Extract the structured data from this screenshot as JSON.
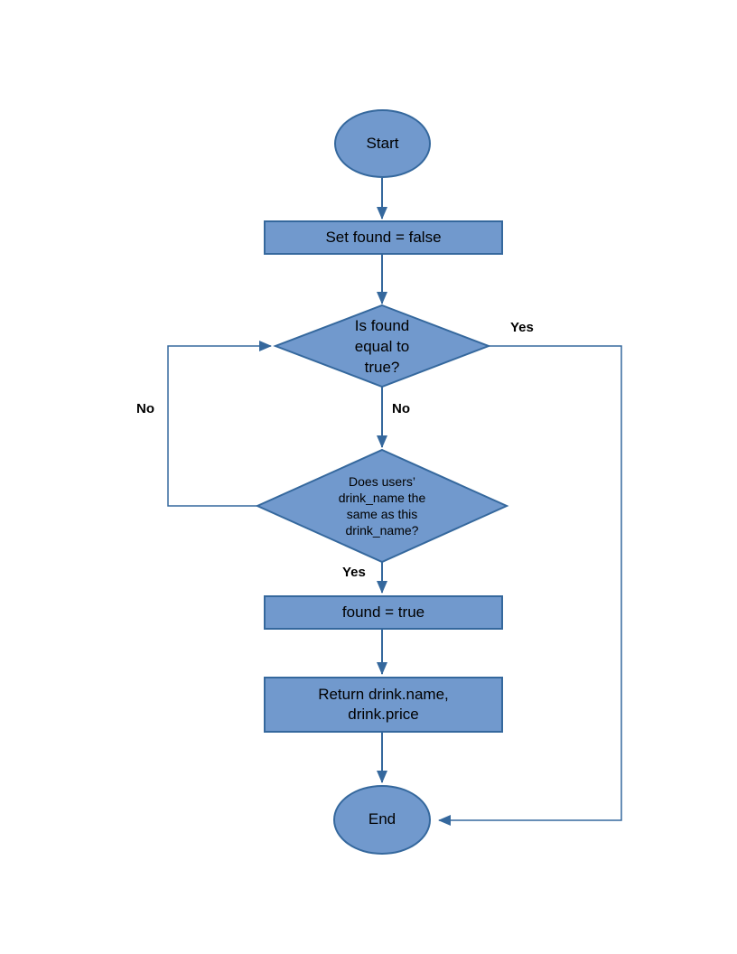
{
  "colors": {
    "canvas_background": "#ffffff",
    "node_fill": "#7199cd",
    "node_stroke": "#35689d",
    "connector": "#35689d",
    "text": "#000000"
  },
  "nodes": {
    "start": {
      "label": "Start",
      "type": "terminator"
    },
    "set_found": {
      "label": "Set found = false",
      "type": "process"
    },
    "is_found": {
      "label": "Is found\nequal to\ntrue?",
      "type": "decision"
    },
    "drink_check": {
      "label": "Does users’\ndrink_name the\nsame as this\ndrink_name?",
      "type": "decision"
    },
    "found_true": {
      "label": "found = true",
      "type": "process"
    },
    "return_drink": {
      "label": "Return drink.name,\ndrink.price",
      "type": "process"
    },
    "end": {
      "label": "End",
      "type": "terminator"
    }
  },
  "edges": {
    "is_found_yes": {
      "label": "Yes",
      "from": "is_found",
      "to": "end"
    },
    "is_found_no": {
      "label": "No",
      "from": "is_found",
      "to": "drink_check"
    },
    "drink_check_yes": {
      "label": "Yes",
      "from": "drink_check",
      "to": "found_true"
    },
    "drink_check_no": {
      "label": "No",
      "from": "drink_check",
      "to": "is_found"
    }
  }
}
